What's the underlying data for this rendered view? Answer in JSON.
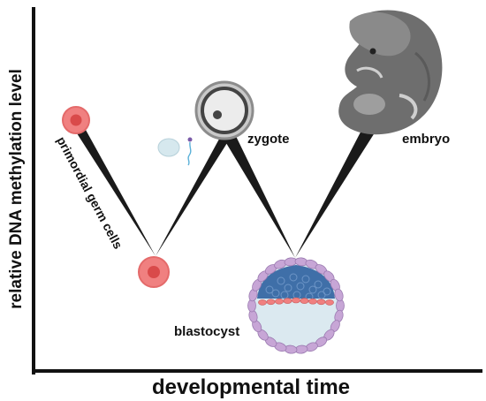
{
  "axes": {
    "ylabel": "relative DNA methylation level",
    "xlabel": "developmental time"
  },
  "stages": {
    "pgc": "primordial germ cells",
    "zygote": "zygote",
    "embryo": "embryo",
    "blastocyst": "blastocyst"
  },
  "colors": {
    "axis": "#111111",
    "wedge": "#1a1a1a",
    "pgc_fill": "#f08080",
    "pgc_nucleus": "#d94a4a",
    "zygote_ring": "#8c8c8c",
    "blasto_icm": "#3f6fa8",
    "blasto_troph": "#c7a6d6",
    "blasto_cavity": "#dbe9f0",
    "embryo": "#6e6e6e"
  }
}
